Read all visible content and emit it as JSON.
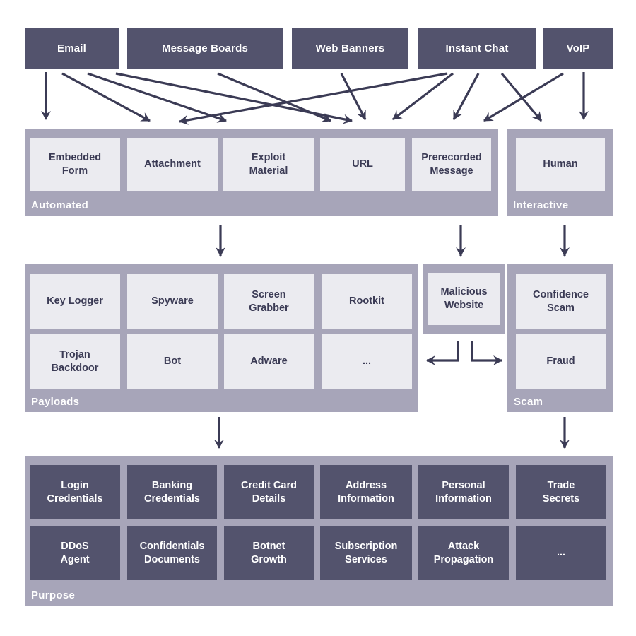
{
  "colors": {
    "background": "#ffffff",
    "dark_box": "#53536d",
    "group_container": "#a7a5b9",
    "light_box": "#ebebf0",
    "arrow": "#3b3b55",
    "dark_text": "#3b3b55",
    "light_text": "#ffffff"
  },
  "sources": [
    {
      "label": "Email"
    },
    {
      "label": "Message Boards"
    },
    {
      "label": "Web Banners"
    },
    {
      "label": "Instant Chat"
    },
    {
      "label": "VoIP"
    }
  ],
  "automated": {
    "label": "Automated",
    "items": [
      {
        "label": "Embedded\nForm"
      },
      {
        "label": "Attachment"
      },
      {
        "label": "Exploit\nMaterial"
      },
      {
        "label": "URL"
      },
      {
        "label": "Prerecorded\nMessage"
      }
    ]
  },
  "interactive": {
    "label": "Interactive",
    "items": [
      {
        "label": "Human"
      }
    ]
  },
  "payloads": {
    "label": "Payloads",
    "items": [
      {
        "label": "Key Logger"
      },
      {
        "label": "Spyware"
      },
      {
        "label": "Screen\nGrabber"
      },
      {
        "label": "Rootkit"
      },
      {
        "label": "Trojan\nBackdoor"
      },
      {
        "label": "Bot"
      },
      {
        "label": "Adware"
      },
      {
        "label": "..."
      }
    ]
  },
  "malicious_website": {
    "label": "Malicious\nWebsite"
  },
  "scam": {
    "label": "Scam",
    "items": [
      {
        "label": "Confidence\nScam"
      },
      {
        "label": "Fraud"
      }
    ]
  },
  "purpose": {
    "label": "Purpose",
    "items": [
      {
        "label": "Login\nCredentials"
      },
      {
        "label": "Banking\nCredentials"
      },
      {
        "label": "Credit Card\nDetails"
      },
      {
        "label": "Address\nInformation"
      },
      {
        "label": "Personal\nInformation"
      },
      {
        "label": "Trade\nSecrets"
      },
      {
        "label": "DDoS\nAgent"
      },
      {
        "label": "Confidentials\nDocuments"
      },
      {
        "label": "Botnet\nGrowth"
      },
      {
        "label": "Subscription\nServices"
      },
      {
        "label": "Attack\nPropagation"
      },
      {
        "label": "..."
      }
    ]
  }
}
